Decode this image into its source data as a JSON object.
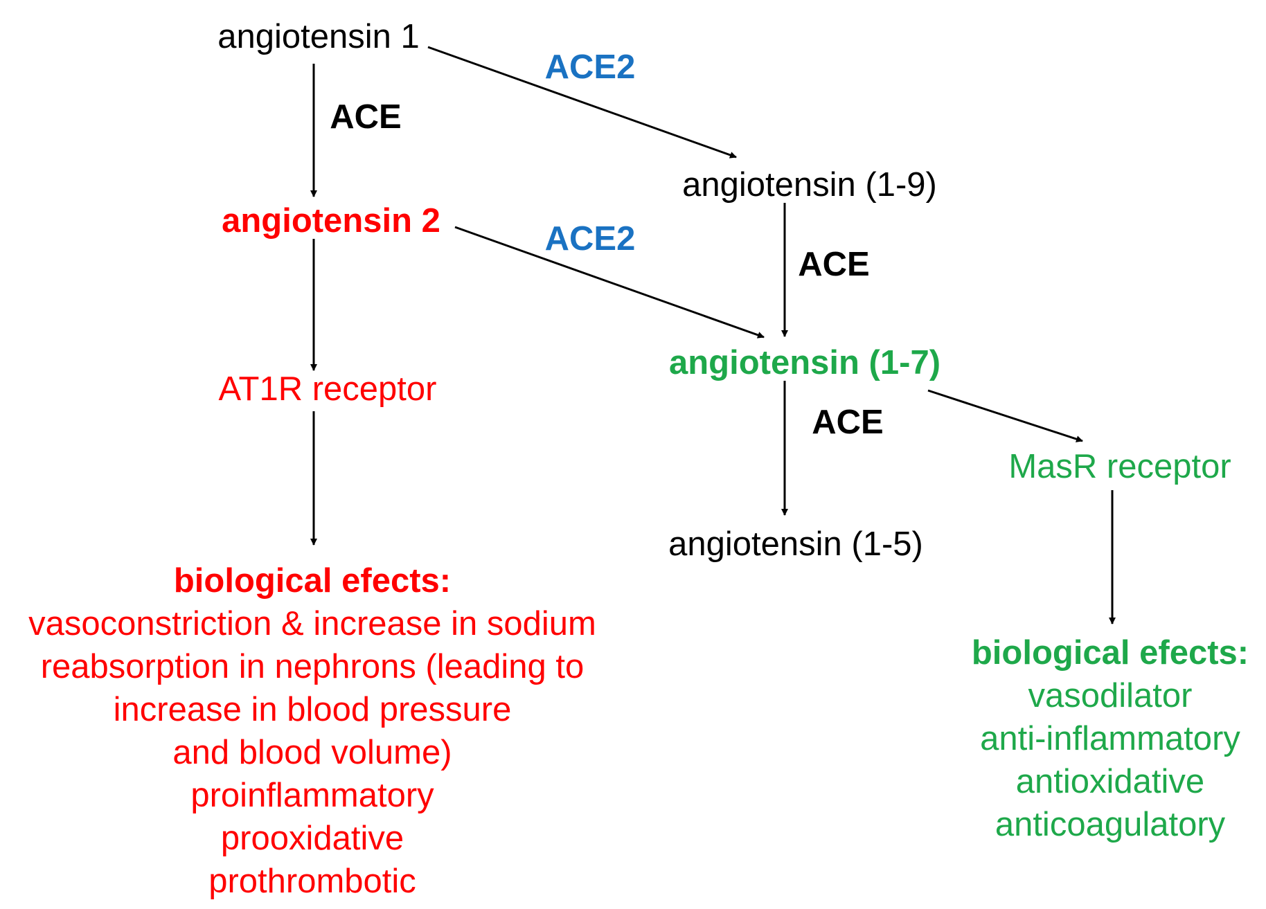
{
  "colors": {
    "black": "#000000",
    "red": "#ff0000",
    "blue": "#1a72c2",
    "green": "#1ea84a"
  },
  "nodes": {
    "angiotensin1": "angiotensin 1",
    "angiotensin2": "angiotensin 2",
    "angiotensin1_9": "angiotensin (1-9)",
    "angiotensin1_7": "angiotensin (1-7)",
    "angiotensin1_5": "angiotensin (1-5)",
    "at1r_receptor": "AT1R receptor",
    "masr_receptor": "MasR receptor"
  },
  "enzymes": {
    "ace_1": "ACE",
    "ace_2": "ACE",
    "ace_3": "ACE",
    "ace2_1": "ACE2",
    "ace2_2": "ACE2"
  },
  "effects_left": {
    "title": "biological efects:",
    "lines": [
      "vasoconstriction & increase in sodium",
      "reabsorption in nephrons (leading to",
      "increase in blood pressure",
      "and  blood volume)",
      "proinflammatory",
      "prooxidative",
      "prothrombotic"
    ]
  },
  "effects_right": {
    "title": "biological efects:",
    "lines": [
      "vasodilator",
      "anti-inflammatory",
      "antioxidative",
      "anticoagulatory"
    ]
  }
}
